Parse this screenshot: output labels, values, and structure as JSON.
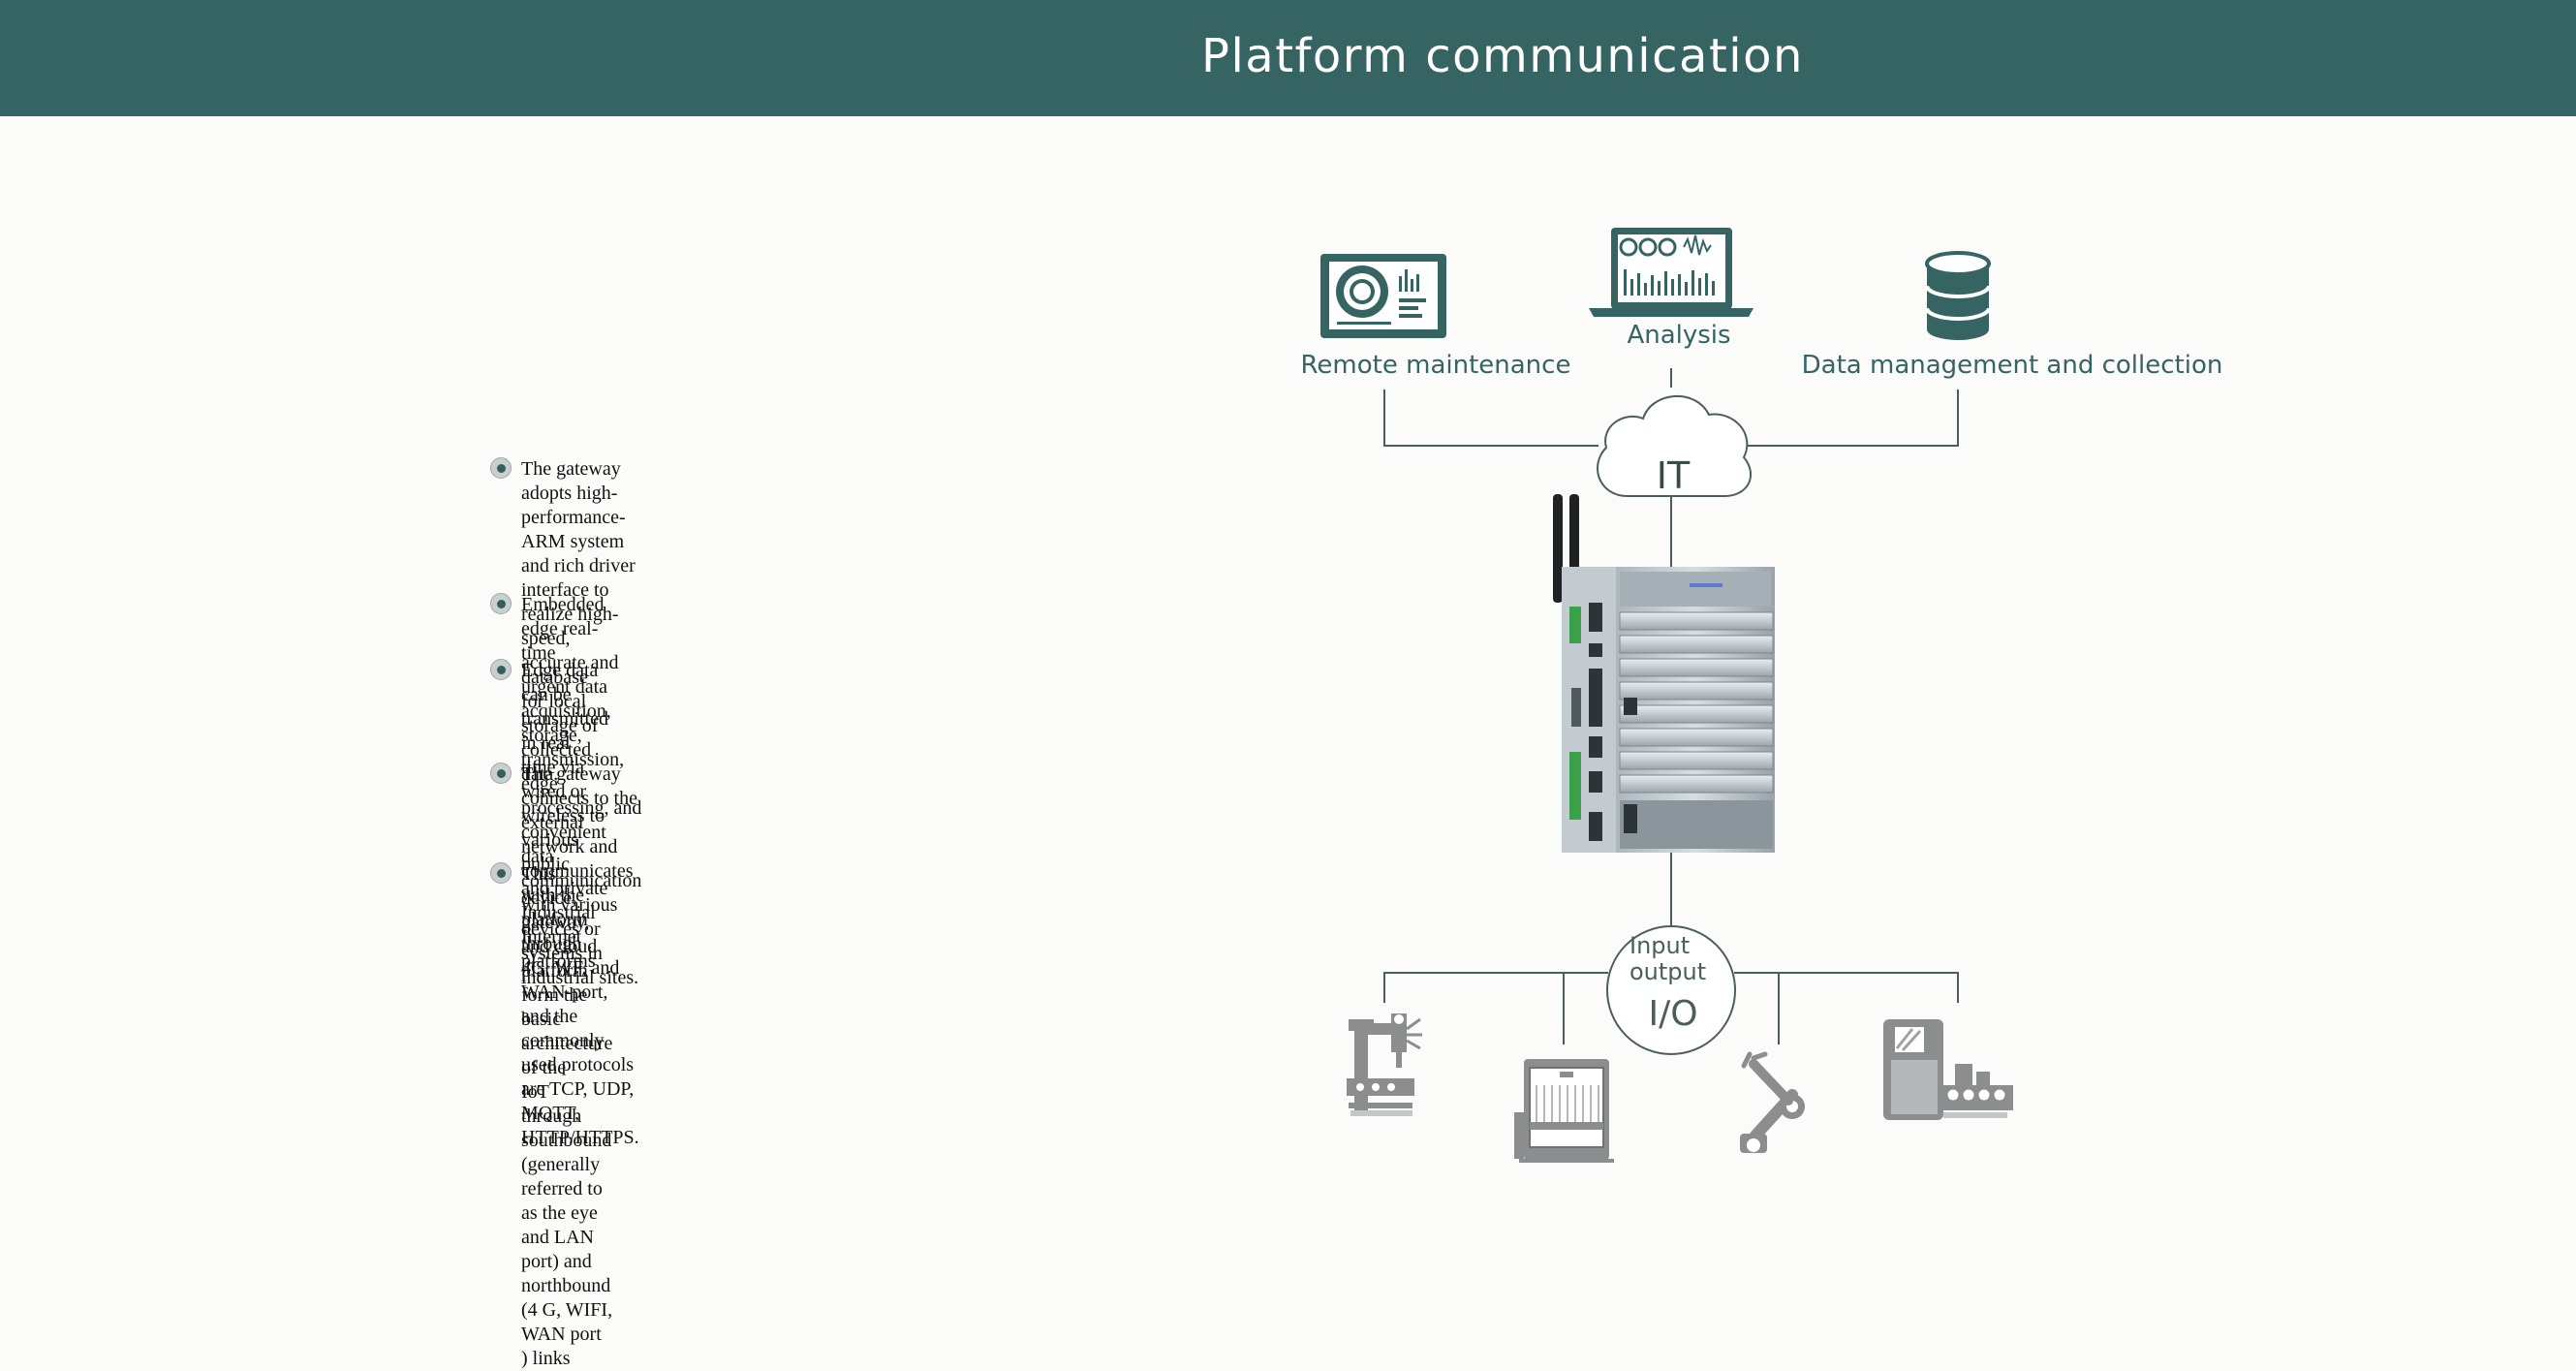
{
  "header": {
    "title": "Platform communication"
  },
  "bullets": [
    {
      "text": "The gateway adopts high-performance-ARM system and rich driver interface to realize high-speed,\naccurate and urgent data acquisition, storage, transmission, edge processing, and convenient data\ncommunication with various devices or systems in industrial sites."
    },
    {
      "text": "Embedded edge real-time database for local storage of collected data."
    },
    {
      "text": "Edge data can be transmitted in real time via wired or wireless to various public\nand private Industrial Internet platforms"
    },
    {
      "text": "The gateway connects to the external network and communicates with the platform through\n4G, WF, and WAN-port, and the commonly used protocols are TCP, UDP, MQTT, HTTP/HTTPS."
    },
    {
      "text": "This device, gateway, and cloud platform form the basic architecture of the\nIoT through southbound (generally referred to as the eye and LAN port) and northbound (4 G, WIFI, WAN port ) links"
    }
  ],
  "diagram": {
    "top_nodes": [
      {
        "label": "Remote maintenance",
        "icon": "dashboard-monitor-icon"
      },
      {
        "label": "Analysis",
        "icon": "analytics-laptop-icon"
      },
      {
        "label": "Data management and collection",
        "icon": "database-icon"
      }
    ],
    "cloud_label": "IT",
    "io": {
      "line1": "Input",
      "line2": "output",
      "main": "I/O"
    },
    "bottom_icons": [
      "drilling-machine-icon",
      "industrial-machine-icon",
      "robot-arm-icon",
      "production-line-icon"
    ],
    "colors": {
      "accent": "#356463",
      "line": "#4a5f5d",
      "machine": "#8b8d8f"
    }
  }
}
